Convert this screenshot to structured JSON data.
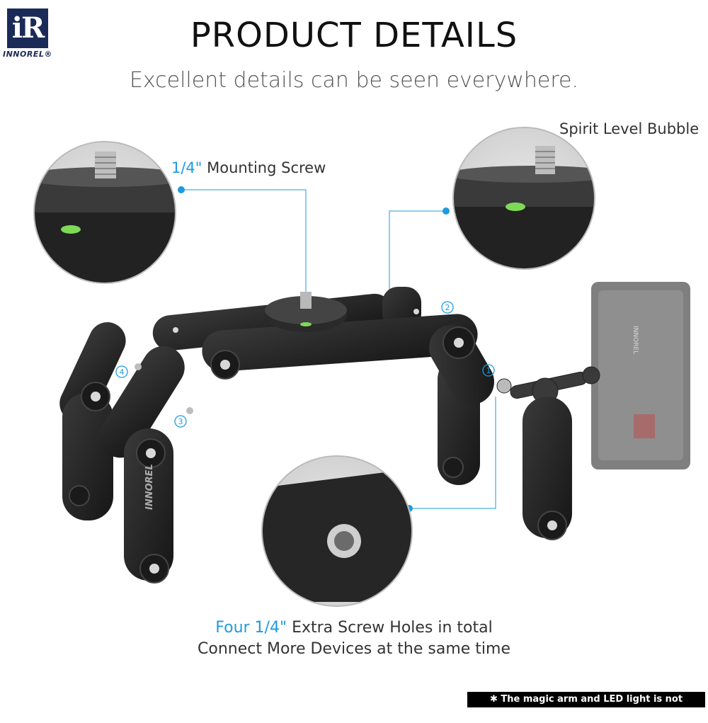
{
  "brand": {
    "logo_glyph": "iR",
    "logo_word": "INNOREL®"
  },
  "header": {
    "title": "PRODUCT DETAILS",
    "subtitle": "Excellent details can be seen everywhere."
  },
  "callouts": {
    "spirit_level": "Spirit Level Bubble",
    "mount_screw_size": "1/4\"",
    "mount_screw_text": " Mounting Screw",
    "bottom_line1_size": "Four 1/4\"",
    "bottom_line1_text": " Extra Screw Holes in total",
    "bottom_line2": "Connect More Devices at the same time"
  },
  "markers": [
    "①",
    "②",
    "③",
    "④"
  ],
  "product_print": "INNOREL",
  "led_print": "INNOREL",
  "note": "✱ The magic arm and LED light is not included",
  "colors": {
    "accent": "#1e9be0",
    "metal": "#2b2b2b",
    "bubble": "#7ed957"
  }
}
